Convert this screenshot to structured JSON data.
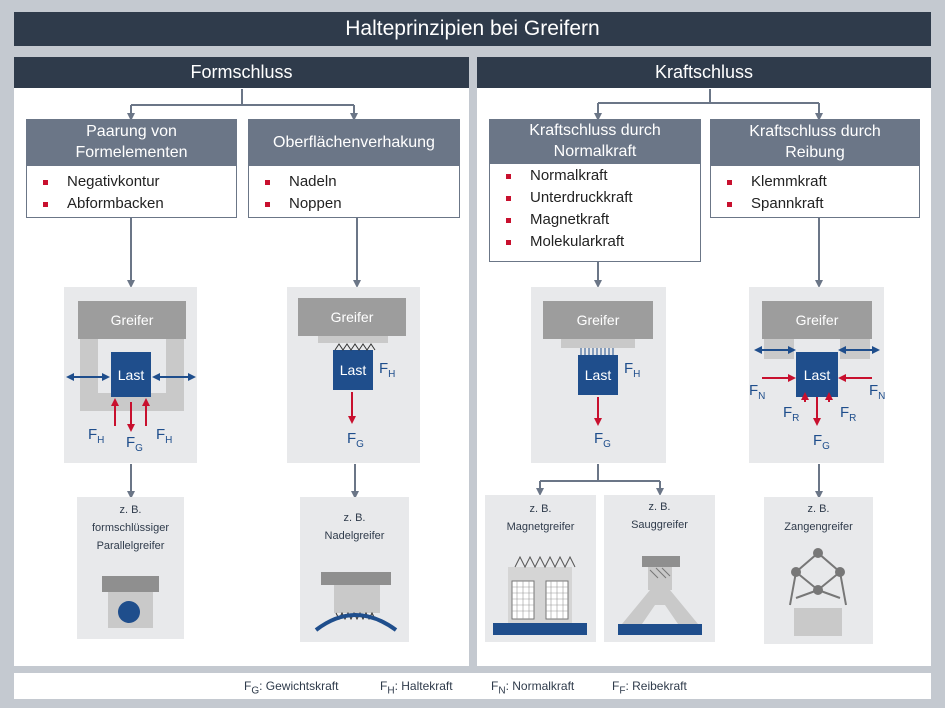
{
  "title": "Halteprinzipien bei Greifern",
  "columns": {
    "left": {
      "title": "Formschluss"
    },
    "right": {
      "title": "Kraftschluss"
    }
  },
  "categories": [
    {
      "title_lines": [
        "Paarung von",
        "Formelementen"
      ],
      "items": [
        "Negativkontur",
        "Abformbacken"
      ]
    },
    {
      "title_lines": [
        "Oberflächenverhakung"
      ],
      "items": [
        "Nadeln",
        "Noppen"
      ]
    },
    {
      "title_lines": [
        "Kraftschluss durch",
        "Normalkraft"
      ],
      "items": [
        "Normalkraft",
        "Unterdruckkraft",
        "Magnetkraft",
        "Molekularkraft"
      ]
    },
    {
      "title_lines": [
        "Kraftschluss durch",
        "Reibung"
      ],
      "items": [
        "Klemmkraft",
        "Spannkraft"
      ]
    }
  ],
  "diagram": {
    "greifer": "Greifer",
    "last": "Last",
    "force_F": "F",
    "sub_G": "G",
    "sub_H": "H",
    "sub_N": "N",
    "sub_R": "R"
  },
  "examples": [
    {
      "lines": [
        "z. B.",
        "formschlüssiger",
        "Parallelgreifer"
      ]
    },
    {
      "lines": [
        "z. B.",
        "Nadelgreifer"
      ]
    },
    {
      "lines": [
        "z. B.",
        "Magnetgreifer"
      ]
    },
    {
      "lines": [
        "z. B.",
        "Sauggreifer"
      ]
    },
    {
      "lines": [
        "z. B.",
        "Zangengreifer"
      ]
    }
  ],
  "legend": [
    {
      "symbol": "F",
      "sub": "G",
      "text": ": Gewichtskraft"
    },
    {
      "symbol": "F",
      "sub": "H",
      "text": ": Haltekraft"
    },
    {
      "symbol": "F",
      "sub": "N",
      "text": ": Normalkraft"
    },
    {
      "symbol": "F",
      "sub": "F",
      "text": ": Reibekraft"
    }
  ],
  "colors": {
    "dark": "#2f3b4b",
    "header": "#6b7687",
    "load": "#1f4e8c",
    "force": "#c8102e",
    "gripper": "#9d9d9d"
  }
}
